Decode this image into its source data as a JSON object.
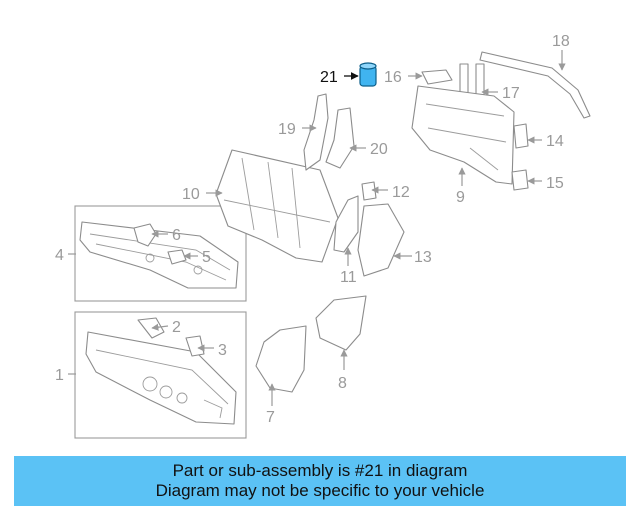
{
  "diagram": {
    "highlight_color": "#40b4f0",
    "callouts": {
      "c1": "1",
      "c2": "2",
      "c3": "3",
      "c4": "4",
      "c5": "5",
      "c6": "6",
      "c7": "7",
      "c8": "8",
      "c9": "9",
      "c10": "10",
      "c11": "11",
      "c12": "12",
      "c13": "13",
      "c14": "14",
      "c15": "15",
      "c16": "16",
      "c17": "17",
      "c18": "18",
      "c19": "19",
      "c20": "20",
      "c21": "21"
    }
  },
  "banner": {
    "line1": "Part or sub-assembly is #21 in diagram",
    "line2": "Diagram may not be specific to your vehicle",
    "background": "#5bc2f5"
  }
}
